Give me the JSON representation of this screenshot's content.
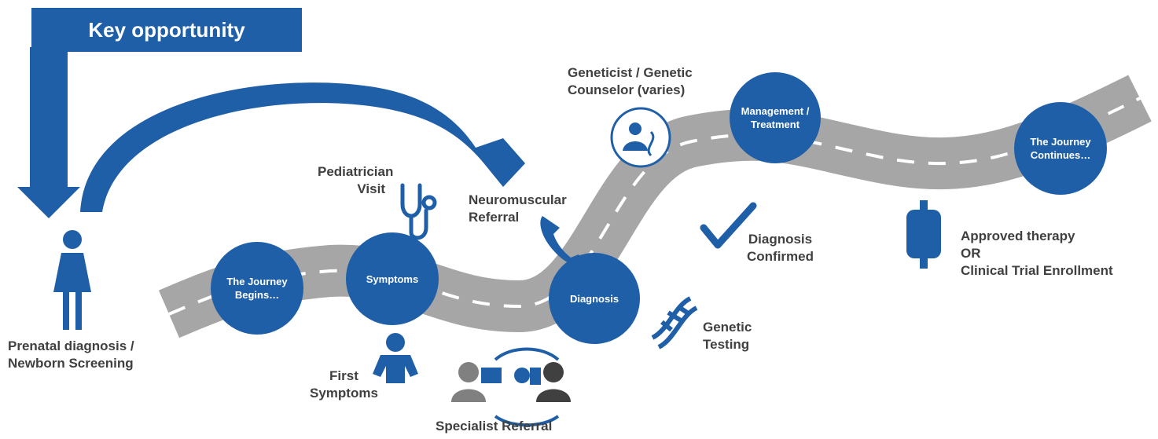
{
  "banner": {
    "title": "Key opportunity"
  },
  "nodes": {
    "begin": "The Journey Begins…",
    "symptoms": "Symptoms",
    "diagnosis": "Diagnosis",
    "management": "Management / Treatment",
    "continues": "The Journey Continues…"
  },
  "labels": {
    "prenatal_1": "Prenatal diagnosis /",
    "prenatal_2": "Newborn Screening",
    "pediatrician_1": "Pediatrician",
    "pediatrician_2": "Visit",
    "first_symptoms_1": "First",
    "first_symptoms_2": "Symptoms",
    "specialist": "Specialist Referral",
    "neuromuscular_1": "Neuromuscular",
    "neuromuscular_2": "Referral",
    "geneticist_1": "Geneticist / Genetic",
    "geneticist_2": "Counselor (varies)",
    "confirmed_1": "Diagnosis",
    "confirmed_2": "Confirmed",
    "genetic_testing_1": "Genetic",
    "genetic_testing_2": "Testing",
    "therapy_1": "Approved therapy",
    "therapy_2": "OR",
    "therapy_3": "Clinical Trial Enrollment"
  },
  "colors": {
    "primary": "#1f5fa8",
    "road": "#a6a6a6",
    "text": "#404040"
  },
  "icons": [
    "person-icon",
    "stethoscope-icon",
    "baby-icon",
    "doctors-referral-icon",
    "phone-icon",
    "geneticist-icon",
    "checkmark-icon",
    "dna-icon",
    "iv-bag-icon"
  ]
}
